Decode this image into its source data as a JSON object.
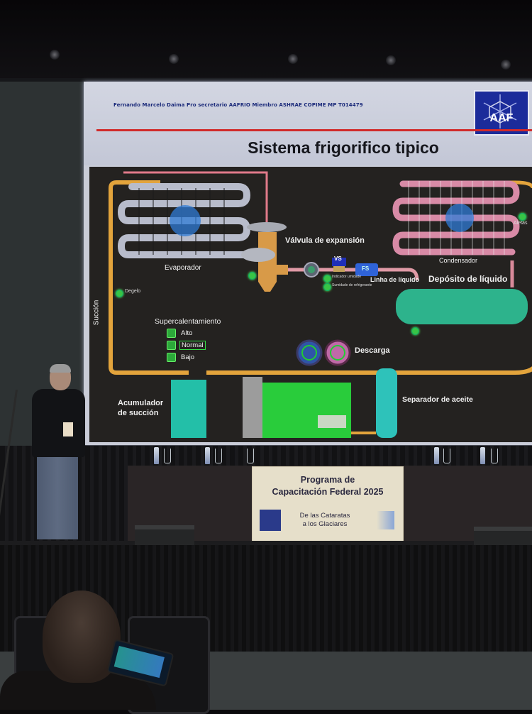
{
  "scene": {
    "description": "Conference presentation: speaker on stage beside projected slide, audience member with phone in foreground"
  },
  "slide": {
    "credit": "Fernando Marcelo Daima Pro secretario AAFRIO Miembro ASHRAE  COPIME MP T014479",
    "logo_text": "AAF",
    "title": "Sistema frigorifico tipico",
    "colors": {
      "background": "#c9ccd8",
      "accent_line": "#d12a2a",
      "logo_blue": "#1b2b9a",
      "diagram_bg": "#242220"
    },
    "diagram": {
      "labels": {
        "evaporator": "Evaporador",
        "expansion_valve": "Válvula de expansión",
        "vs": "VS",
        "fs": "FS",
        "liquid_line": "Linha de líquido",
        "condenser": "Condensador",
        "liquid_receiver": "Depósito de líquido",
        "fins": "Aletas",
        "defrost": "Degelo",
        "suction": "Succión",
        "superheat": "Supercalentamiento",
        "superheat_high": "Alto",
        "superheat_normal": "Normal",
        "superheat_low": "Bajo",
        "discharge": "Descarga",
        "suction_accumulator_1": "Acumulador",
        "suction_accumulator_2": "de succión",
        "oil_separator": "Separador de aceite",
        "moisture_indicator": "Indicador umidade",
        "refrigerant_level": "Sumidade de refrigerante"
      }
    }
  },
  "banner": {
    "title_line1": "Programa de",
    "title_line2": "Capacitación Federal 2025",
    "subtitle_line1": "De las Cataratas",
    "subtitle_line2": "a los Glaciares"
  }
}
